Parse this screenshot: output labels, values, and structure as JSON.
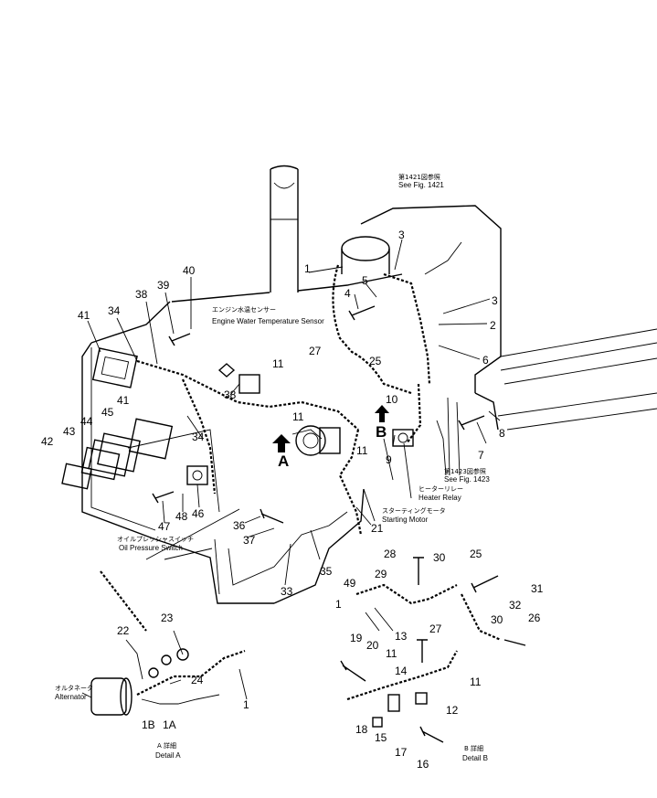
{
  "part_numbers": [
    "1",
    "2",
    "3",
    "4",
    "5",
    "6",
    "7",
    "8",
    "9",
    "10",
    "11",
    "12",
    "13",
    "14",
    "15",
    "16",
    "17",
    "18",
    "19",
    "20",
    "21",
    "22",
    "23",
    "24",
    "25",
    "26",
    "27",
    "28",
    "29",
    "30",
    "31",
    "32",
    "33",
    "34",
    "35",
    "36",
    "37",
    "38",
    "39",
    "40",
    "41",
    "42",
    "43",
    "44",
    "45",
    "46",
    "47",
    "48",
    "49",
    "1A",
    "1B"
  ],
  "callouts": {
    "fig1421_jp": "第1421図参照",
    "fig1421_en": "See Fig. 1421",
    "fig1423_jp": "第1423図参照",
    "fig1423_en": "See Fig. 1423",
    "water_temp_jp": "エンジン水温センサー",
    "water_temp_en": "Engine Water Temperature Sensor",
    "heater_relay_jp": "ヒーターリレー",
    "heater_relay_en": "Heater Relay",
    "starting_motor_jp": "スターティングモータ",
    "starting_motor_en": "Starting Motor",
    "oil_pressure_jp": "オイルプレッシャスイッチ",
    "oil_pressure_en": "Oil Pressure Switch",
    "alternator_jp": "オルタネータ",
    "alternator_en": "Alternator",
    "detail_a_jp": "A 詳細",
    "detail_a_en": "Detail A",
    "detail_b_jp": "B 詳細",
    "detail_b_en": "Detail B",
    "view_a": "A",
    "view_b": "B"
  }
}
